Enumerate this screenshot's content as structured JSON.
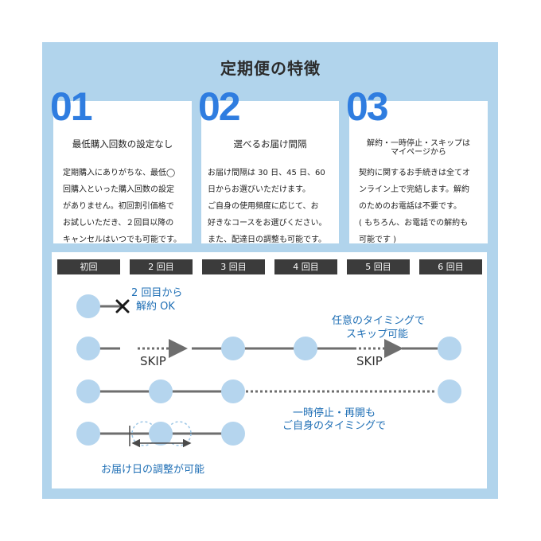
{
  "title": "定期便の特徴",
  "cards": [
    {
      "num": "01",
      "head1": "最低購入回数の設定なし",
      "head2": "",
      "lines": [
        "定期購入にありがちな、最低◯",
        "回購入といった購入回数の設定",
        "がありません。初回割引価格で",
        "お試しいただき、２回目以降の",
        "キャンセルはいつでも可能です。"
      ]
    },
    {
      "num": "02",
      "head1": "選べるお届け間隔",
      "head2": "",
      "lines": [
        "お届け間隔は 30 日、45 日、60",
        "日からお選びいただけます。",
        "ご自身の使用頻度に応じて、お",
        "好きなコースをお選びください。",
        "また、配達日の調整も可能です。"
      ]
    },
    {
      "num": "03",
      "head1": "解約・一時停止・スキップは",
      "head2": "マイページから",
      "lines": [
        "契約に関するお手続きは全てオ",
        "ンライン上で完結します。解約",
        "のためのお電話は不要です。",
        "( もちろん、お電話での解約も",
        "可能です )"
      ]
    }
  ],
  "timeline": {
    "headers": [
      "初回",
      "2 回目",
      "3 回目",
      "4 回目",
      "5 回目",
      "6 回目"
    ],
    "cancel_label": [
      "2 回目から",
      "解約 OK"
    ],
    "skip_label": "SKIP",
    "skip_note": [
      "任意のタイミングで",
      "スキップ可能"
    ],
    "pause_note": [
      "一時停止・再開も",
      "ご自身のタイミングで"
    ],
    "adjust_note": "お届け日の調整が可能"
  },
  "colors": {
    "panel": "#b1d4ec",
    "accent": "#2f7de0",
    "blue_text": "#1f6fb5",
    "circle": "#b5d5ee",
    "line": "#6e6e6e"
  }
}
